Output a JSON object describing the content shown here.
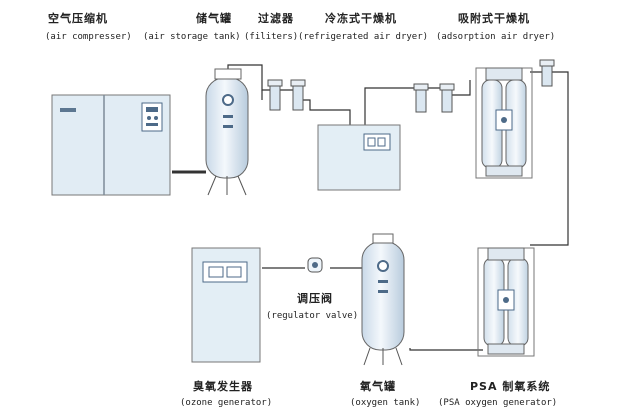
{
  "labels": {
    "air_compressor": {
      "cn": "空气压缩机",
      "en": "(air compresser)"
    },
    "air_storage_tank": {
      "cn": "储气罐",
      "en": "(air storage tank)"
    },
    "filters": {
      "cn": "过滤器",
      "en": "(filiters)"
    },
    "refrigerated_dryer": {
      "cn": "冷冻式干燥机",
      "en": "(refrigerated air dryer)"
    },
    "adsorption_dryer": {
      "cn": "吸附式干燥机",
      "en": "(adsorption air dryer)"
    },
    "regulator_valve": {
      "cn": "调压阀",
      "en": "(regulator valve)"
    },
    "ozone_generator": {
      "cn": "臭氧发生器",
      "en": "(ozone generator)"
    },
    "oxygen_tank": {
      "cn": "氧气罐",
      "en": "(oxygen tank)"
    },
    "psa_generator": {
      "cn": "PSA 制氧系统",
      "en": "(PSA oxygen generator)"
    }
  },
  "colors": {
    "line": "#333333",
    "panel": "#e3eef5",
    "equipment_dark": "#4d6a88",
    "glass": "#eef5fb",
    "glass_edge": "#7d9ab8"
  }
}
